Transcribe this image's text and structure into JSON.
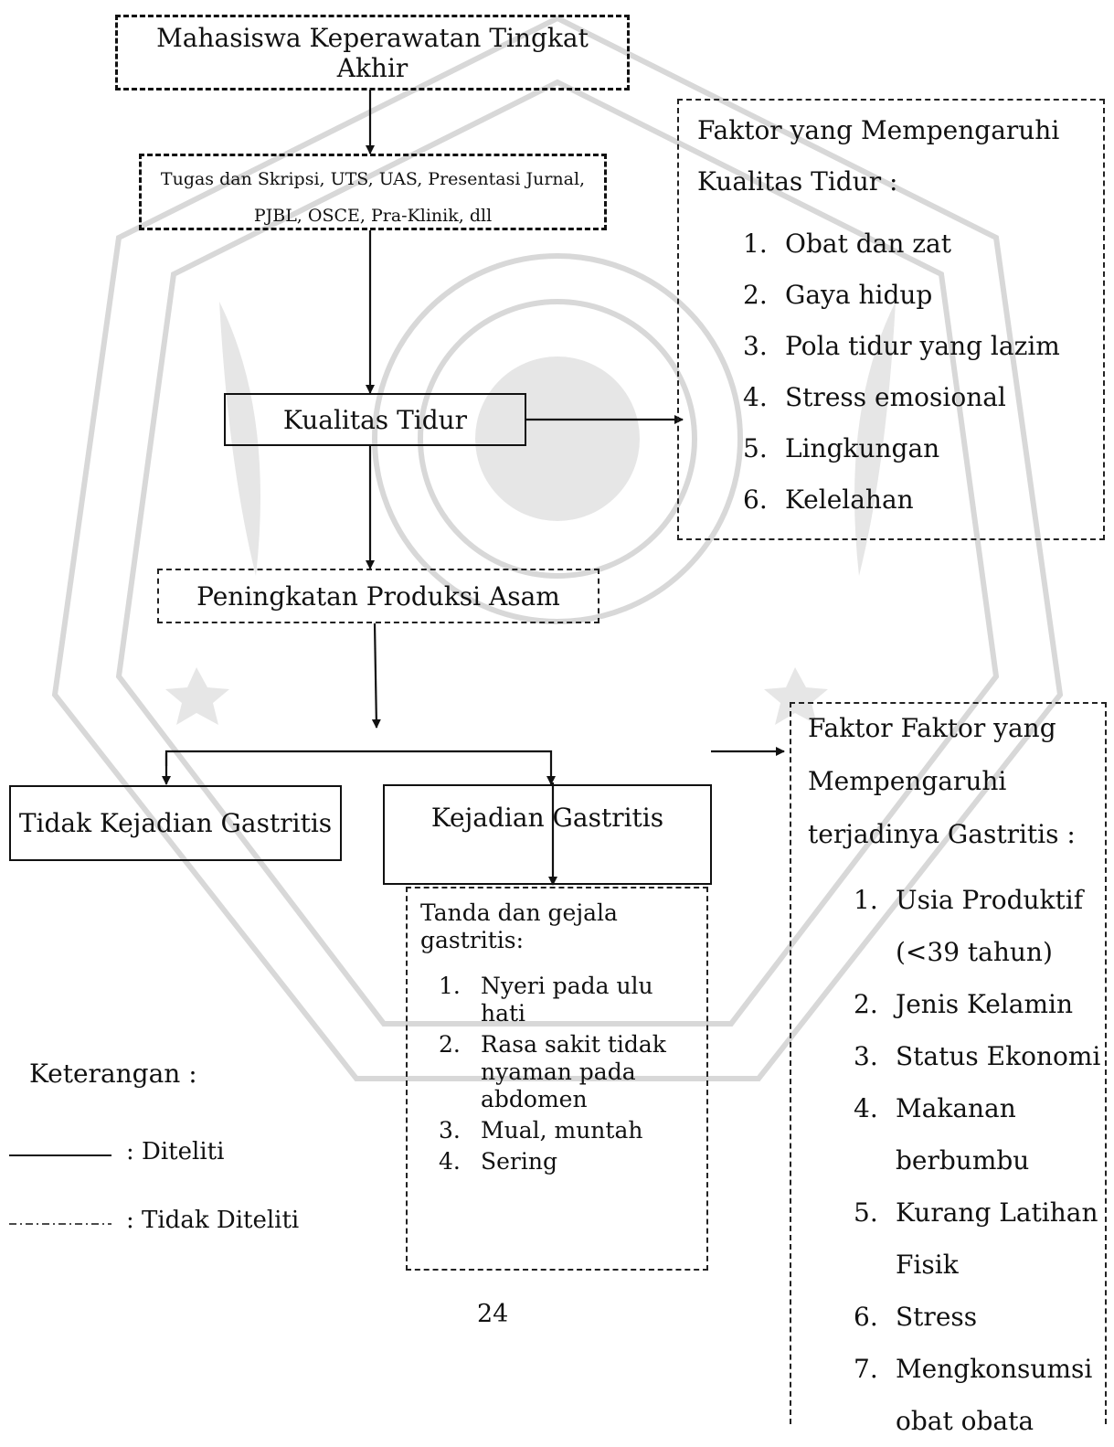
{
  "nodes": {
    "mahasiswa": "Mahasiswa Keperawatan Tingkat Akhir",
    "tugas_line1": "Tugas dan Skripsi, UTS, UAS, Presentasi Jurnal,",
    "tugas_line2": "PJBL, OSCE, Pra-Klinik, dll",
    "kualitas": "Kualitas Tidur",
    "peningkatan": "Peningkatan Produksi Asam",
    "tidak_kejadian": "Tidak Kejadian Gastritis",
    "kejadian": "Kejadian Gastritis"
  },
  "faktor_tidur": {
    "title_line1": "Faktor yang Mempengaruhi",
    "title_line2": "Kualitas Tidur :",
    "items": [
      {
        "n": "1.",
        "t": "Obat dan zat"
      },
      {
        "n": "2.",
        "t": "Gaya hidup"
      },
      {
        "n": "3.",
        "t": "Pola tidur yang lazim"
      },
      {
        "n": "4.",
        "t": "Stress emosional"
      },
      {
        "n": "5.",
        "t": "Lingkungan"
      },
      {
        "n": "6.",
        "t": "Kelelahan"
      }
    ]
  },
  "faktor_gastritis": {
    "title_line1": "Faktor Faktor yang",
    "title_line2": "Mempengaruhi",
    "title_line3": "terjadinya Gastritis :",
    "items": [
      {
        "n": "1.",
        "l1": "Usia Produktif",
        "l2": "(<39 tahun)"
      },
      {
        "n": "2.",
        "l1": "Jenis Kelamin",
        "l2": ""
      },
      {
        "n": "3.",
        "l1": "Status Ekonomi",
        "l2": ""
      },
      {
        "n": "4.",
        "l1": "Makanan",
        "l2": "berbumbu"
      },
      {
        "n": "5.",
        "l1": "Kurang Latihan",
        "l2": "Fisik"
      },
      {
        "n": "6.",
        "l1": "Stress",
        "l2": ""
      },
      {
        "n": "7.",
        "l1": "Mengkonsumsi",
        "l2": "obat obata"
      }
    ]
  },
  "tanda": {
    "title_line1": "Tanda dan gejala",
    "title_line2": "gastritis:",
    "items": [
      {
        "n": "1.",
        "lines": [
          "Nyeri pada ulu",
          "hati"
        ]
      },
      {
        "n": "2.",
        "lines": [
          "Rasa sakit tidak",
          "nyaman pada",
          "abdomen"
        ]
      },
      {
        "n": "3.",
        "lines": [
          "Mual, muntah"
        ]
      },
      {
        "n": "4.",
        "lines": [
          "Sering"
        ]
      }
    ]
  },
  "legend": {
    "title": "Keterangan :",
    "diteliti": ": Diteliti",
    "tidak_diteliti": ": Tidak Diteliti"
  },
  "page_number": "24",
  "colors": {
    "line": "#111111",
    "watermark": "#cfcfcf"
  }
}
